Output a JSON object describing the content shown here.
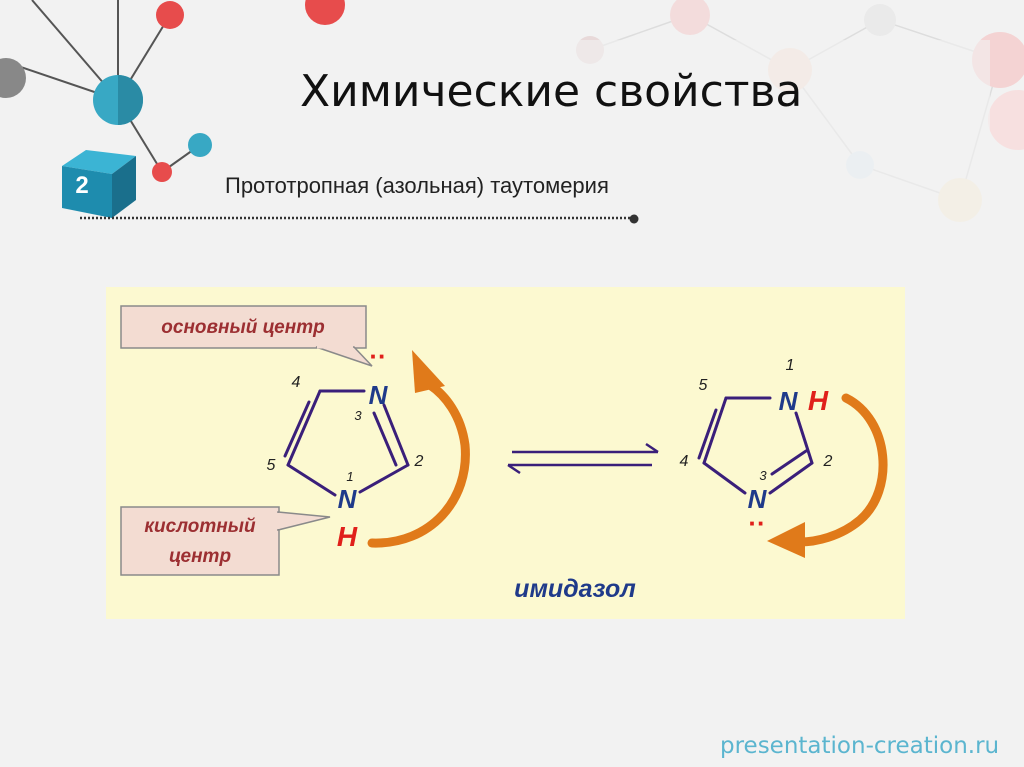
{
  "slide": {
    "title": "Химические свойства",
    "subtitle": "Прототропная (азольная) таутомерия",
    "number": "2",
    "footer": "presentation-creation.ru"
  },
  "diagram": {
    "basic_center_label": "основный центр",
    "acid_center_label_line1": "кислотный",
    "acid_center_label_line2": "центр",
    "caption": "имидазол",
    "left_molecule": {
      "atom_n3": "N",
      "atom_n1": "N",
      "atom_h": "H",
      "lone_pair": "··",
      "numbers": {
        "n1": "1",
        "c2": "2",
        "n3": "3",
        "c4": "4",
        "c5": "5"
      }
    },
    "right_molecule": {
      "atom_n1": "N",
      "atom_h": "H",
      "atom_n3": "N",
      "lone_pair": "··",
      "numbers": {
        "n1": "1",
        "c2": "2",
        "n3": "3",
        "c4": "4",
        "c5": "5"
      }
    }
  },
  "colors": {
    "panel_bg": "#fcf9d0",
    "bond": "#3a1f7a",
    "atom_n": "#1f3a8a",
    "atom_h": "#e0201a",
    "arrow_orange": "#e07a1a",
    "callout_text": "#9c2f32",
    "callout_bg": "#f3dcd2",
    "callout_border": "#8a8a8a",
    "footer_text": "#5bb5cf",
    "badge": "#1e7e9e"
  }
}
